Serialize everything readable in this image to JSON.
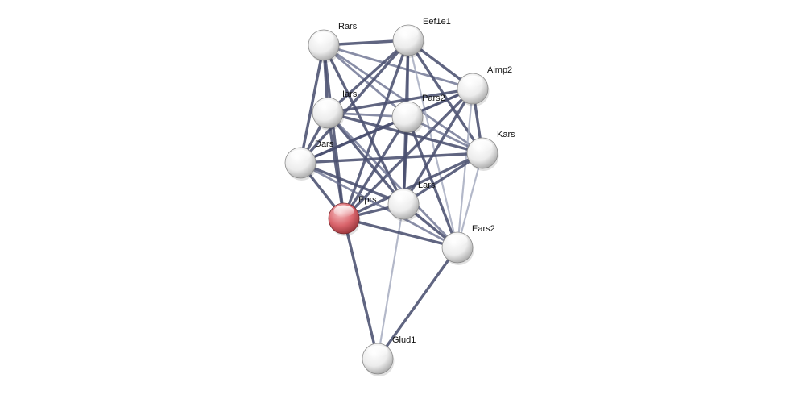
{
  "colors": {
    "background": "#ffffff",
    "edge_strong": "#4a5070",
    "edge_medium": "#6a7090",
    "edge_weak": "#a6abc0",
    "node_default": "#f2f2f2",
    "node_query": "#e0606a"
  },
  "network": {
    "nodes": [
      {
        "id": "rars",
        "label": "Rars",
        "query": false
      },
      {
        "id": "eef1e1",
        "label": "Eef1e1",
        "query": false
      },
      {
        "id": "aimp2",
        "label": "Aimp2",
        "query": false
      },
      {
        "id": "iars",
        "label": "Iars",
        "query": false
      },
      {
        "id": "pars2",
        "label": "Pars2",
        "query": false
      },
      {
        "id": "kars",
        "label": "Kars",
        "query": false
      },
      {
        "id": "dars",
        "label": "Dars",
        "query": false
      },
      {
        "id": "lars",
        "label": "Lars",
        "query": false
      },
      {
        "id": "eprs",
        "label": "Eprs",
        "query": true
      },
      {
        "id": "ears2",
        "label": "Ears2",
        "query": false
      },
      {
        "id": "glud1",
        "label": "Glud1",
        "query": false
      }
    ],
    "edges": [
      {
        "source": "rars",
        "target": "eef1e1",
        "strength": "strong"
      },
      {
        "source": "rars",
        "target": "aimp2",
        "strength": "medium"
      },
      {
        "source": "rars",
        "target": "iars",
        "strength": "strong"
      },
      {
        "source": "rars",
        "target": "pars2",
        "strength": "medium"
      },
      {
        "source": "rars",
        "target": "kars",
        "strength": "medium"
      },
      {
        "source": "rars",
        "target": "dars",
        "strength": "strong"
      },
      {
        "source": "rars",
        "target": "lars",
        "strength": "strong"
      },
      {
        "source": "rars",
        "target": "eprs",
        "strength": "strong"
      },
      {
        "source": "eef1e1",
        "target": "aimp2",
        "strength": "strong"
      },
      {
        "source": "eef1e1",
        "target": "iars",
        "strength": "strong"
      },
      {
        "source": "eef1e1",
        "target": "pars2",
        "strength": "medium"
      },
      {
        "source": "eef1e1",
        "target": "kars",
        "strength": "strong"
      },
      {
        "source": "eef1e1",
        "target": "dars",
        "strength": "strong"
      },
      {
        "source": "eef1e1",
        "target": "lars",
        "strength": "strong"
      },
      {
        "source": "eef1e1",
        "target": "eprs",
        "strength": "strong"
      },
      {
        "source": "eef1e1",
        "target": "ears2",
        "strength": "weak"
      },
      {
        "source": "aimp2",
        "target": "iars",
        "strength": "strong"
      },
      {
        "source": "aimp2",
        "target": "pars2",
        "strength": "medium"
      },
      {
        "source": "aimp2",
        "target": "kars",
        "strength": "strong"
      },
      {
        "source": "aimp2",
        "target": "dars",
        "strength": "strong"
      },
      {
        "source": "aimp2",
        "target": "lars",
        "strength": "strong"
      },
      {
        "source": "aimp2",
        "target": "eprs",
        "strength": "strong"
      },
      {
        "source": "aimp2",
        "target": "ears2",
        "strength": "weak"
      },
      {
        "source": "iars",
        "target": "pars2",
        "strength": "medium"
      },
      {
        "source": "iars",
        "target": "kars",
        "strength": "strong"
      },
      {
        "source": "iars",
        "target": "dars",
        "strength": "strong"
      },
      {
        "source": "iars",
        "target": "lars",
        "strength": "strong"
      },
      {
        "source": "iars",
        "target": "eprs",
        "strength": "strong"
      },
      {
        "source": "iars",
        "target": "ears2",
        "strength": "medium"
      },
      {
        "source": "pars2",
        "target": "kars",
        "strength": "medium"
      },
      {
        "source": "pars2",
        "target": "dars",
        "strength": "strong"
      },
      {
        "source": "pars2",
        "target": "lars",
        "strength": "strong"
      },
      {
        "source": "pars2",
        "target": "eprs",
        "strength": "strong"
      },
      {
        "source": "pars2",
        "target": "ears2",
        "strength": "strong"
      },
      {
        "source": "kars",
        "target": "dars",
        "strength": "strong"
      },
      {
        "source": "kars",
        "target": "lars",
        "strength": "strong"
      },
      {
        "source": "kars",
        "target": "eprs",
        "strength": "strong"
      },
      {
        "source": "kars",
        "target": "ears2",
        "strength": "weak"
      },
      {
        "source": "dars",
        "target": "lars",
        "strength": "strong"
      },
      {
        "source": "dars",
        "target": "eprs",
        "strength": "strong"
      },
      {
        "source": "dars",
        "target": "ears2",
        "strength": "medium"
      },
      {
        "source": "lars",
        "target": "eprs",
        "strength": "strong"
      },
      {
        "source": "lars",
        "target": "ears2",
        "strength": "strong"
      },
      {
        "source": "lars",
        "target": "glud1",
        "strength": "weak"
      },
      {
        "source": "eprs",
        "target": "ears2",
        "strength": "strong"
      },
      {
        "source": "eprs",
        "target": "glud1",
        "strength": "strong"
      },
      {
        "source": "ears2",
        "target": "glud1",
        "strength": "strong"
      }
    ]
  }
}
